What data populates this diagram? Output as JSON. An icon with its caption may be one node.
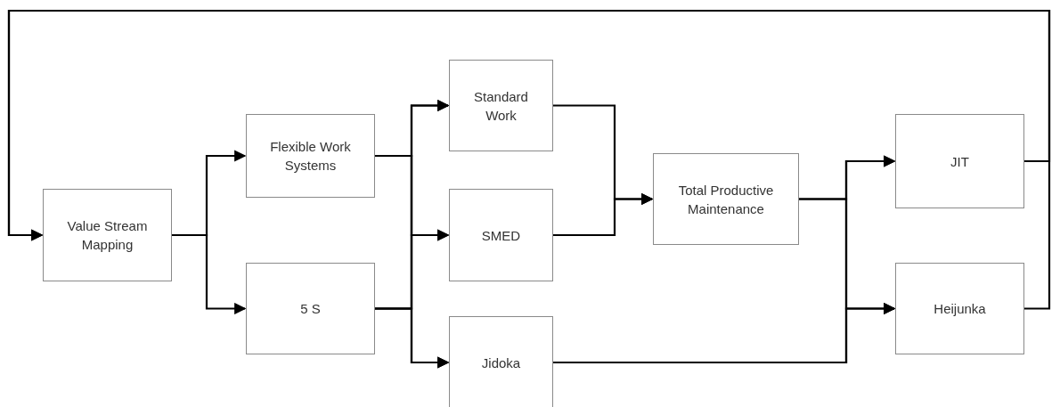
{
  "diagram": {
    "nodes": [
      {
        "text": [
          "Value Stream Mapping"
        ]
      },
      {
        "text": [
          "Flexible Work Systems"
        ]
      },
      {
        "text": [
          "5 S"
        ]
      },
      {
        "text": [
          "Standard Work"
        ]
      },
      {
        "text": [
          "SMED"
        ]
      },
      {
        "text": [
          "Jidoka"
        ]
      },
      {
        "text": [
          "Total Productive Maintenance"
        ]
      },
      {
        "text": [
          "JIT"
        ]
      },
      {
        "text": [
          "Heijunka"
        ]
      }
    ],
    "edges": [
      {
        "from": 0,
        "to": 1,
        "arrow": "to"
      },
      {
        "from": 0,
        "to": 2,
        "arrow": "to"
      },
      {
        "from": 1,
        "to": 3,
        "arrow": "to"
      },
      {
        "from": 1,
        "to": 4,
        "arrow": "to"
      },
      {
        "from": 1,
        "to": 5,
        "arrow": "to"
      },
      {
        "from": 2,
        "to": 3,
        "arrow": "to"
      },
      {
        "from": 2,
        "to": 4,
        "arrow": "to"
      },
      {
        "from": 2,
        "to": 5,
        "arrow": "to"
      },
      {
        "from": 3,
        "to": 6,
        "arrow": "to"
      },
      {
        "from": 4,
        "to": 6,
        "arrow": "to"
      },
      {
        "from": 6,
        "to": 7,
        "arrow": "to"
      },
      {
        "from": 6,
        "to": 8,
        "arrow": "to"
      },
      {
        "from": 5,
        "to": 7,
        "arrow": "to"
      },
      {
        "from": 5,
        "to": 8,
        "arrow": "to"
      },
      {
        "from": 7,
        "to": 0,
        "arrow": "to"
      },
      {
        "from": 8,
        "to": 0,
        "arrow": "to"
      }
    ]
  }
}
